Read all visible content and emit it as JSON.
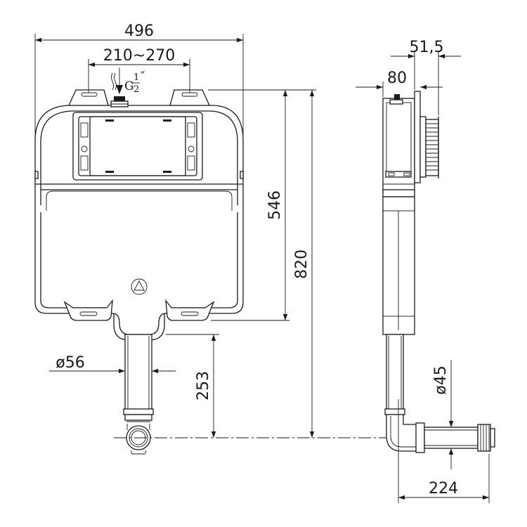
{
  "dimensions": {
    "overall_width": "496",
    "bracket_spacing": "210~270",
    "inlet_thread": "G",
    "inlet_thread_num": "1",
    "inlet_thread_den": "2",
    "inlet_thread_unit": "″",
    "cistern_height": "546",
    "total_height": "820",
    "outlet_diameter": "ø56",
    "outlet_height": "253",
    "frame_offset": "51,5",
    "depth": "80",
    "side_outlet_diameter": "ø45",
    "side_outlet_length": "224"
  }
}
